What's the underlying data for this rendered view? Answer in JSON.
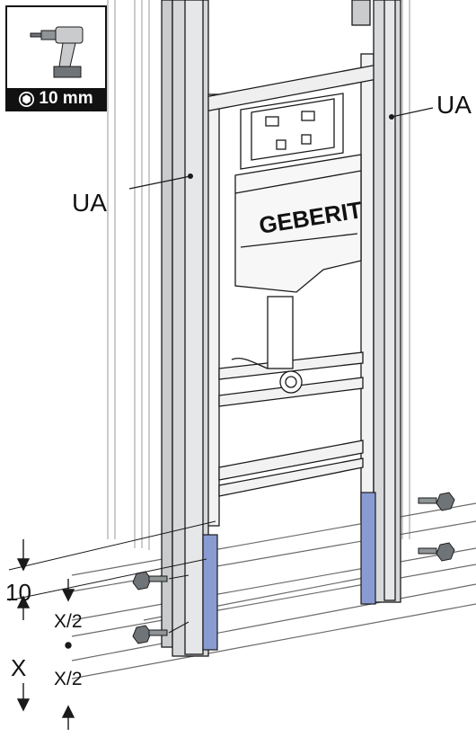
{
  "tool": {
    "size_label": "10 mm",
    "icon": "cordless-drill-icon",
    "bit_icon": "hex-socket-icon"
  },
  "product": {
    "brand": "GEBERIT"
  },
  "labels": {
    "ua_left": "UA",
    "ua_right": "UA"
  },
  "dimensions": {
    "offset": "10",
    "half_upper": "X/2",
    "total": "X",
    "half_lower": "X/2"
  },
  "colors": {
    "line": "#1a1a1a",
    "steel": "#c9cbcd",
    "steel_dark": "#a9acaf",
    "blue": "#8a9bd2",
    "blue_dark": "#6e80bf",
    "screw": "#6f7478"
  }
}
